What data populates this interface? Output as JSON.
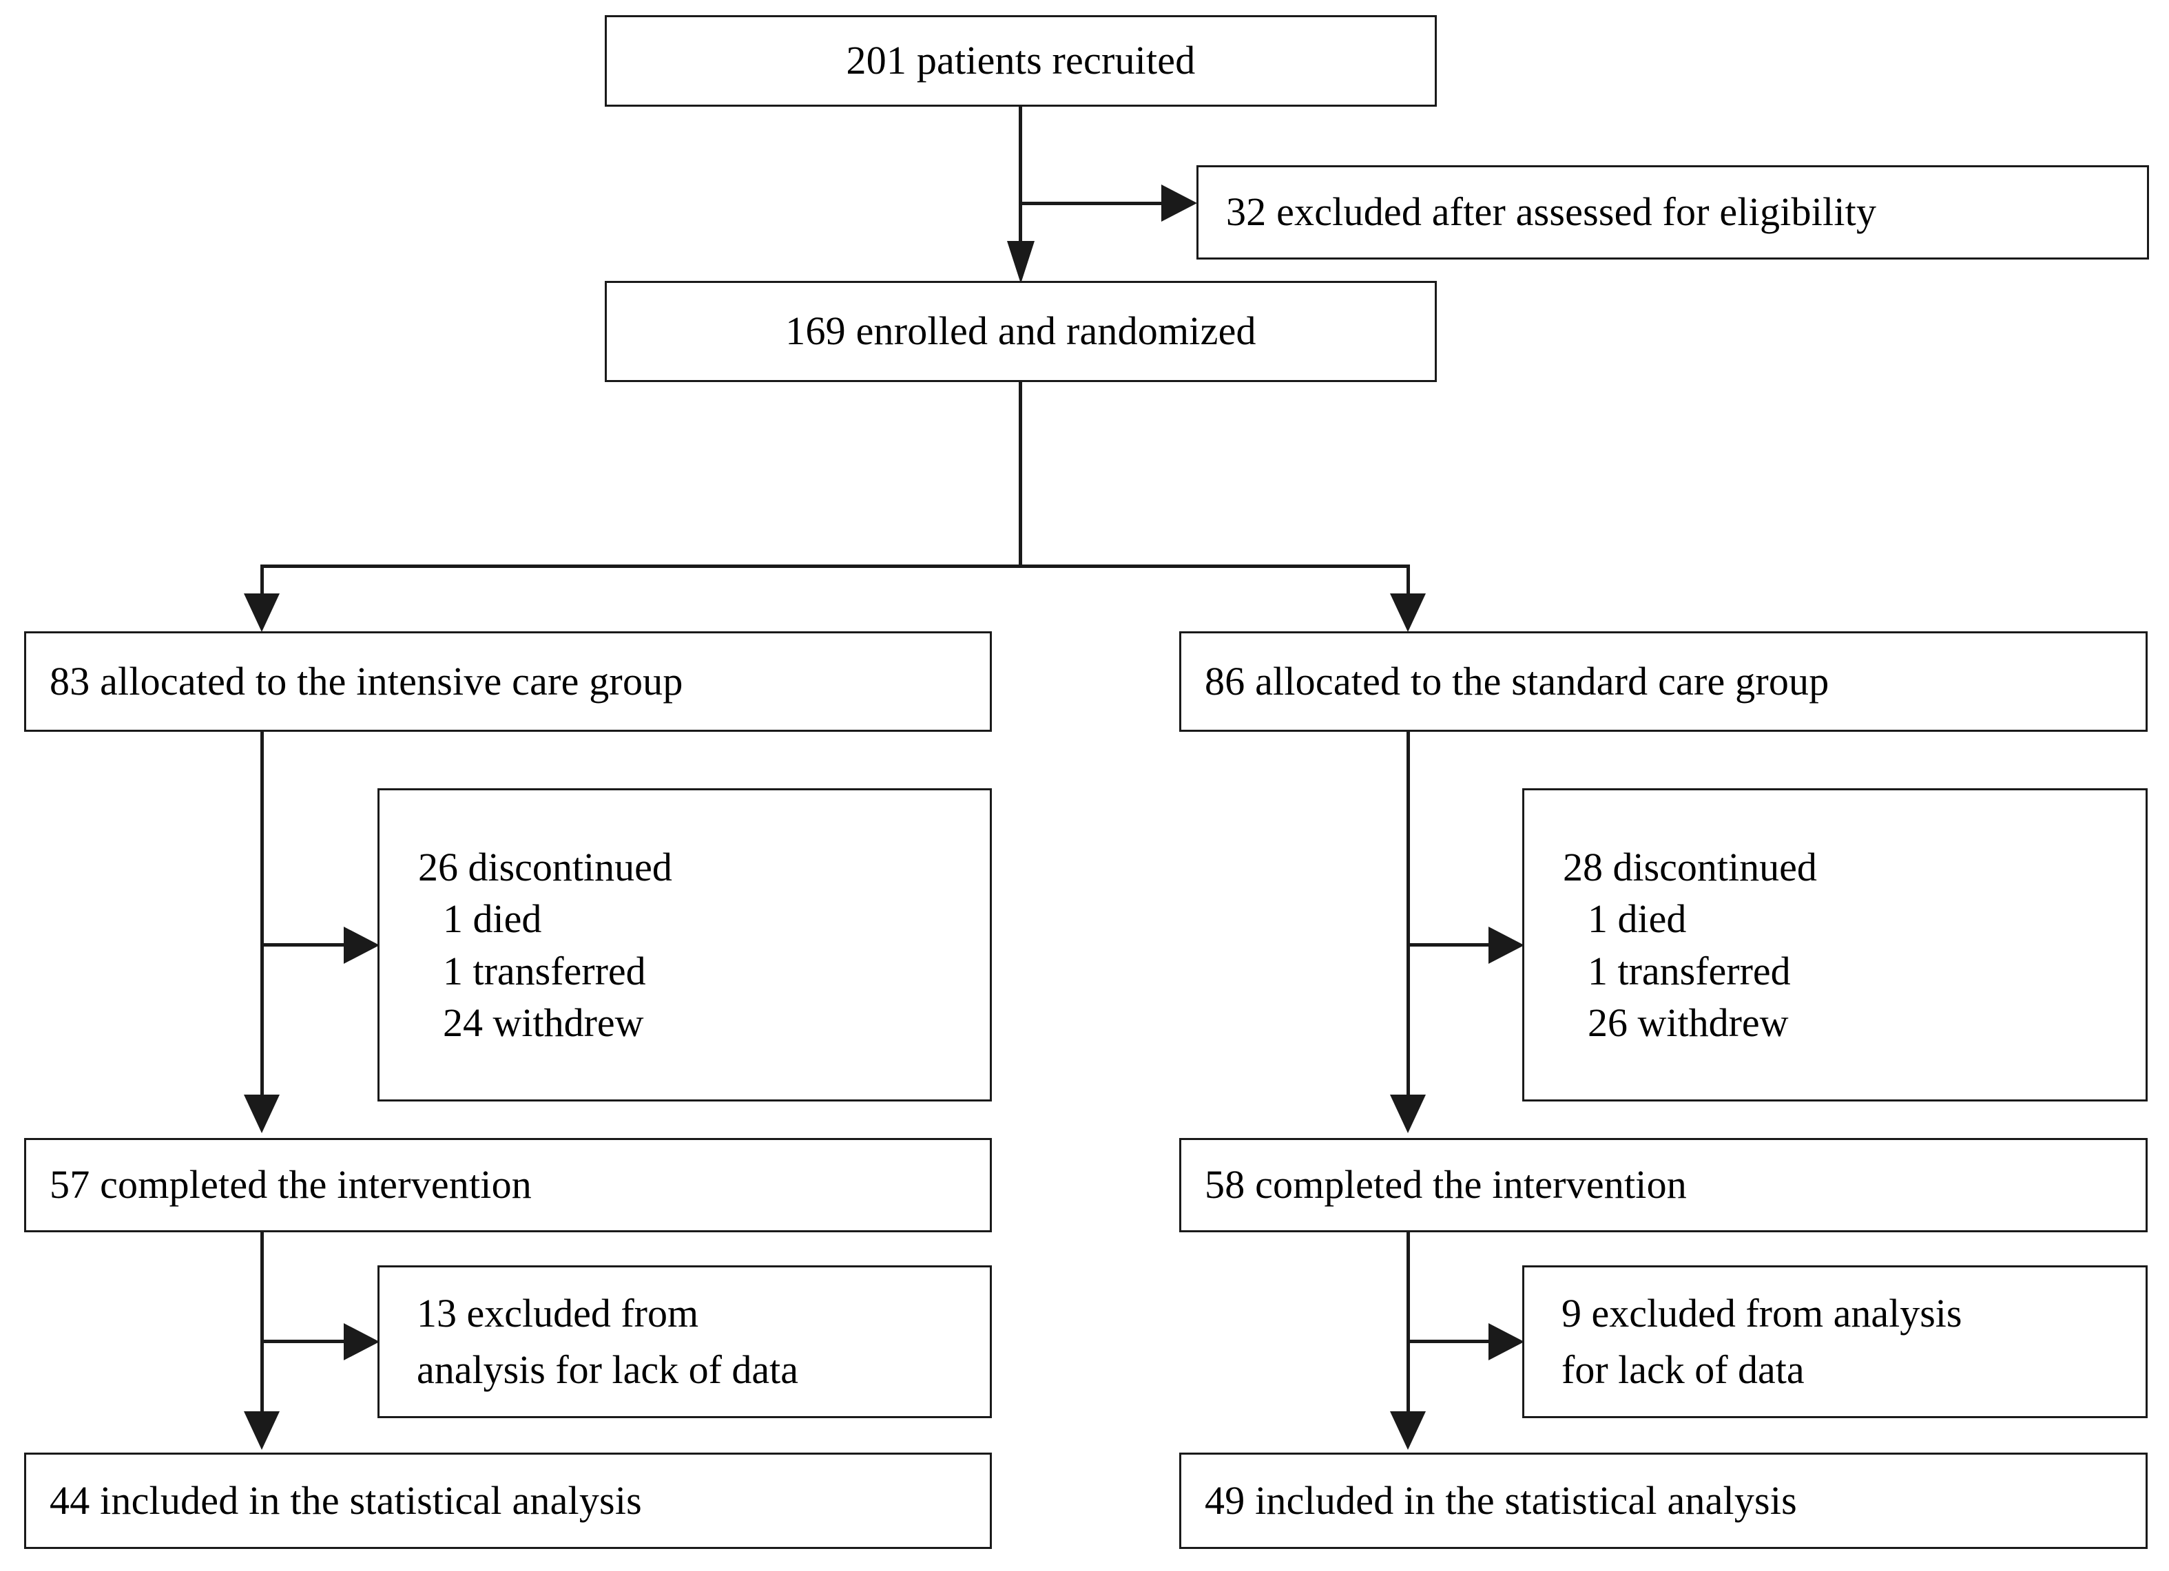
{
  "diagram": {
    "type": "consort-flow-diagram",
    "title": "",
    "nodes": {
      "recruited": {
        "label": "201 patients recruited",
        "count": 201
      },
      "excluded_eligibility": {
        "label": "32 excluded after assessed for eligibility",
        "count": 32
      },
      "enrolled": {
        "label": "169 enrolled and randomized",
        "count": 169
      },
      "intensive": {
        "allocated": {
          "label": "83 allocated to the intensive care group",
          "count": 83
        },
        "discontinued": {
          "header": "26 discontinued",
          "count": 26,
          "reasons": [
            {
              "label": "1 died",
              "count": 1
            },
            {
              "label": "1 transferred",
              "count": 1
            },
            {
              "label": "24 withdrew",
              "count": 24
            }
          ]
        },
        "completed": {
          "label": "57 completed the intervention",
          "count": 57
        },
        "excluded_analysis": {
          "line1": "13 excluded from",
          "line2": "analysis for lack of data",
          "count": 13
        },
        "included": {
          "label": "44 included in the statistical analysis",
          "count": 44
        }
      },
      "standard": {
        "allocated": {
          "label": "86 allocated to the standard care group",
          "count": 86
        },
        "discontinued": {
          "header": "28 discontinued",
          "count": 28,
          "reasons": [
            {
              "label": "1 died",
              "count": 1
            },
            {
              "label": "1 transferred",
              "count": 1
            },
            {
              "label": "26 withdrew",
              "count": 26
            }
          ]
        },
        "completed": {
          "label": "58 completed the intervention",
          "count": 58
        },
        "excluded_analysis": {
          "line1": "9 excluded from analysis",
          "line2": "for lack of data",
          "count": 9
        },
        "included": {
          "label": "49 included in the statistical analysis",
          "count": 49
        }
      }
    },
    "colors": {
      "stroke": "#1a1a1a",
      "fill": "#ffffff",
      "text": "#000000"
    }
  }
}
